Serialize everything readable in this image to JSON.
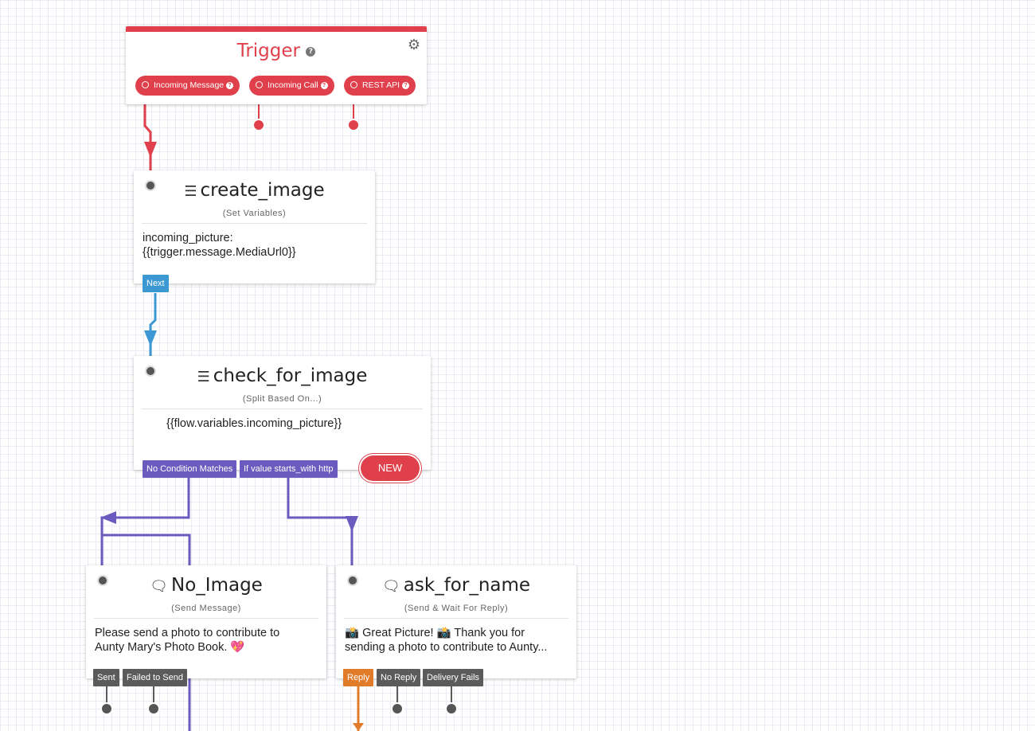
{
  "trigger": {
    "title": "Trigger",
    "help_glyph": "?",
    "settings_icon": "gears-icon",
    "ports": [
      {
        "label": "Incoming Message"
      },
      {
        "label": "Incoming Call"
      },
      {
        "label": "REST API"
      }
    ]
  },
  "widgets": {
    "create_image": {
      "name": "create_image",
      "type": "(Set Variables)",
      "body": "incoming_picture:\n{{trigger.message.MediaUrl0}}",
      "transitions": [
        "Next"
      ]
    },
    "check_for_image": {
      "name": "check_for_image",
      "type": "(Split Based On...)",
      "body": "{{flow.variables.incoming_picture}}",
      "transitions": [
        "No Condition Matches",
        "If value starts_with http"
      ],
      "new_button": "NEW"
    },
    "no_image": {
      "name": "No_Image",
      "type": "(Send Message)",
      "body": "Please send a photo to contribute to\nAunty Mary's Photo Book. 💖",
      "transitions": [
        "Sent",
        "Failed to Send"
      ]
    },
    "ask_for_name": {
      "name": "ask_for_name",
      "type": "(Send & Wait For Reply)",
      "body": "📸 Great Picture! 📸 Thank you for\nsending a photo to contribute to Aunty...",
      "transitions": [
        "Reply",
        "No Reply",
        "Delivery Fails"
      ]
    }
  },
  "icons": {
    "split": "split-icon",
    "message": "message-icon"
  },
  "colors": {
    "trigger": "#e0404b",
    "next": "#3b98d3",
    "split": "#6b5bbf",
    "neutral": "#5b5b5b",
    "reply": "#e07b2a",
    "grid": "#e8edf5"
  }
}
